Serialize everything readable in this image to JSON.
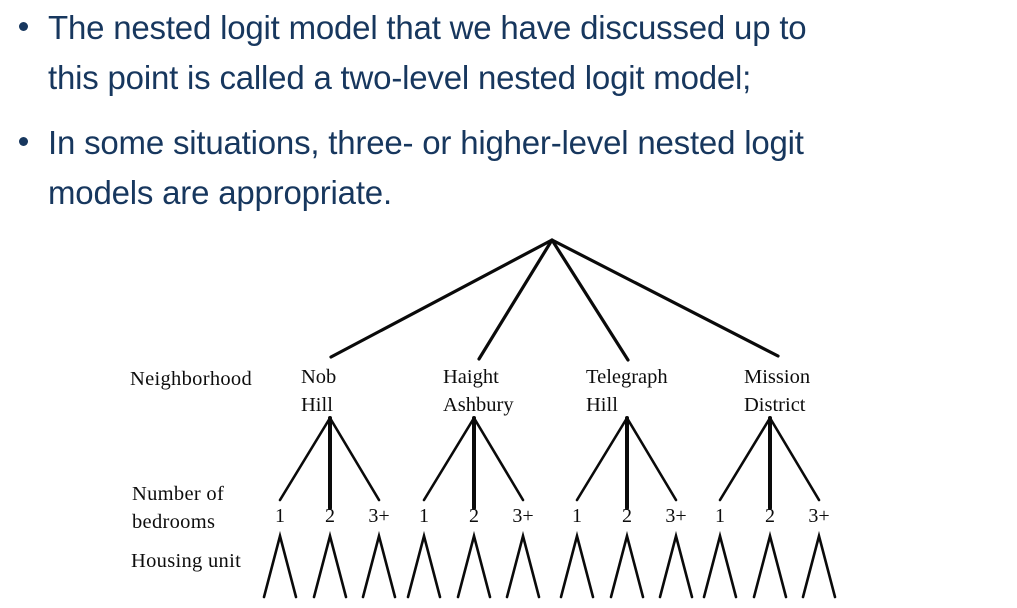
{
  "bullets": {
    "text_color": "#17375E",
    "items": [
      {
        "line1": "The nested logit model that we have discussed up to",
        "line2": "this point is called a two-level nested logit model;"
      },
      {
        "line1": "In some situations, three- or higher-level nested logit",
        "line2": "models are appropriate."
      }
    ]
  },
  "tree": {
    "line_color": "#0a0a0a",
    "row_labels": {
      "level1": "Neighborhood",
      "level2_line1": "Number of",
      "level2_line2": "bedrooms",
      "level3": "Housing unit"
    },
    "neighborhoods": [
      {
        "line1": "Nob",
        "line2": "Hill"
      },
      {
        "line1": "Haight",
        "line2": "Ashbury"
      },
      {
        "line1": "Telegraph",
        "line2": "Hill"
      },
      {
        "line1": "Mission",
        "line2": "District"
      }
    ],
    "bedroom_options": [
      "1",
      "2",
      "3+"
    ]
  }
}
